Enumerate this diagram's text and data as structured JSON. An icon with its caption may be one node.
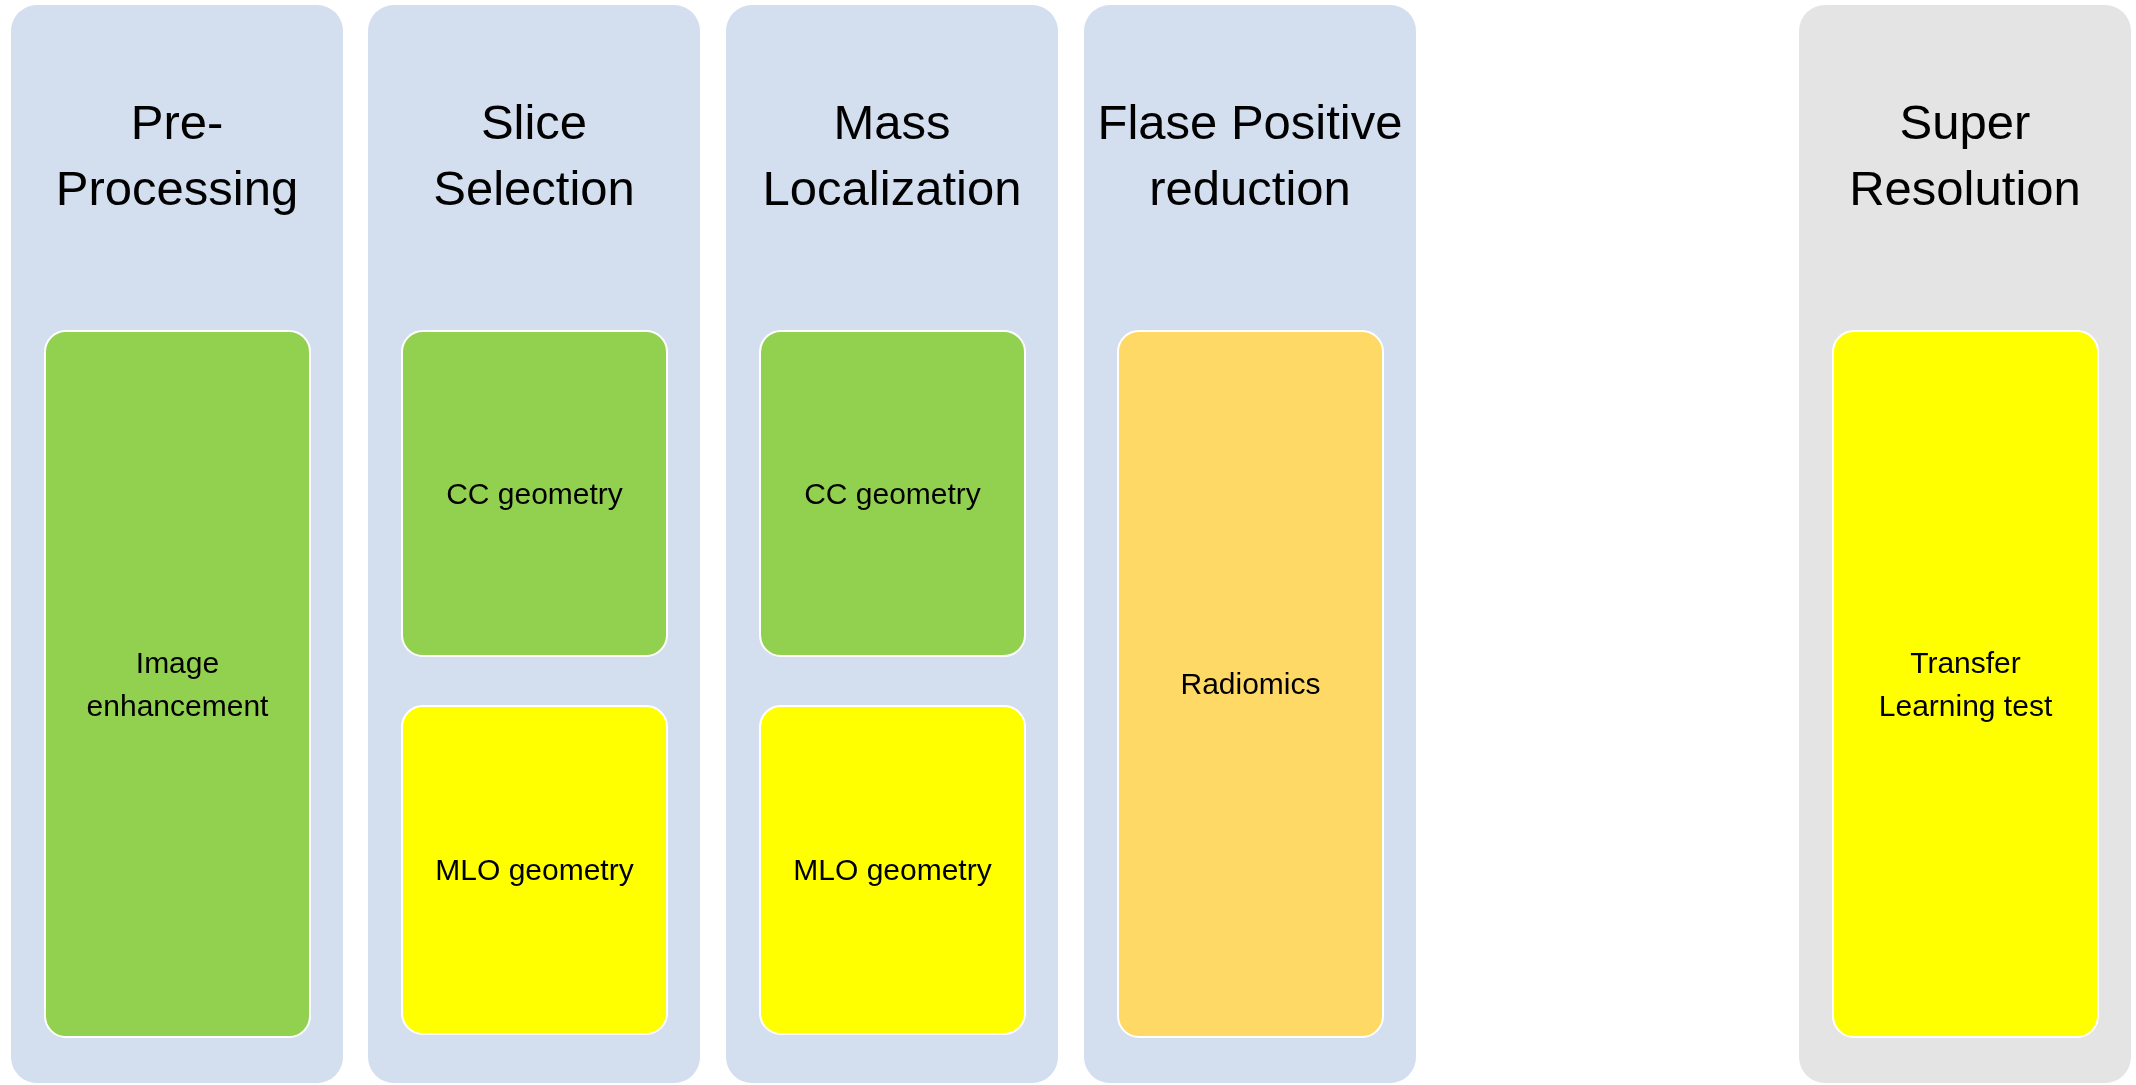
{
  "diagram": {
    "nodes": [
      {
        "text": [
          "Pre-Processing"
        ]
      },
      {
        "text": [
          "Image enhancement"
        ],
        "in": 0
      },
      {
        "text": [
          "Slice Selection"
        ]
      },
      {
        "text": [
          "CC geometry"
        ],
        "in": 2
      },
      {
        "text": [
          "MLO geometry"
        ],
        "in": 2
      },
      {
        "text": [
          "Mass Localization"
        ]
      },
      {
        "text": [
          "CC geometry"
        ],
        "in": 5
      },
      {
        "text": [
          "MLO geometry"
        ],
        "in": 5
      },
      {
        "text": [
          "Flase Positive reduction"
        ]
      },
      {
        "text": [
          "Radiomics"
        ],
        "in": 8
      },
      {
        "text": [
          "Super Resolution"
        ]
      },
      {
        "text": [
          "Transfer Learning test"
        ],
        "in": 10
      }
    ]
  }
}
